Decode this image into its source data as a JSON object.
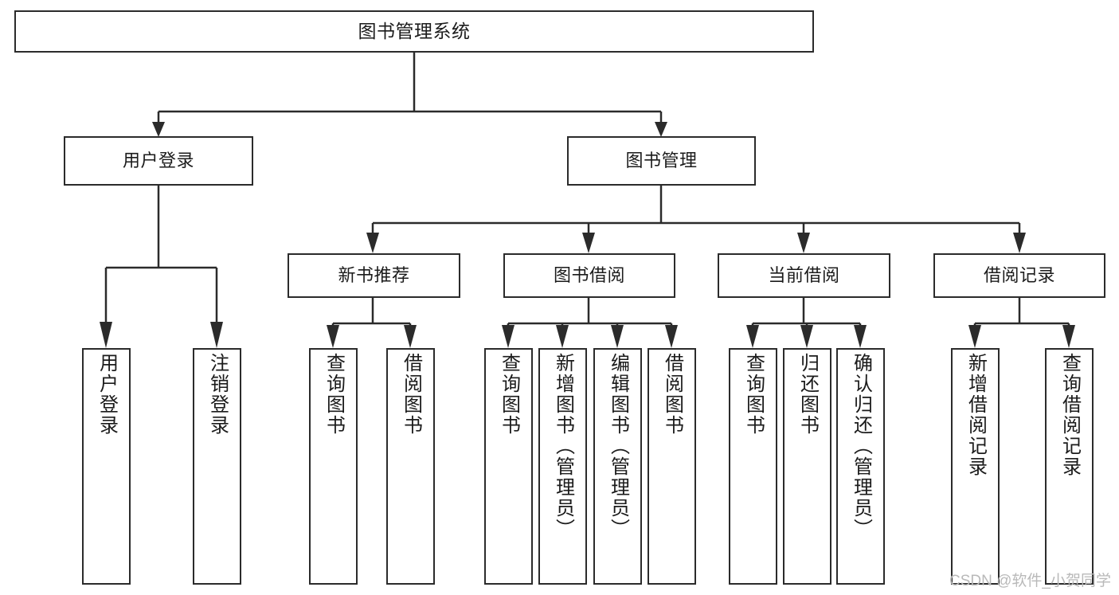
{
  "diagram": {
    "type": "tree",
    "title": "图书管理系统",
    "orientation": "top-down",
    "colors": {
      "box_border": "#2b2b2b",
      "box_fill": "#ffffff",
      "connector": "#2b2b2b",
      "text": "#1b1b1b",
      "watermark": "#b9b9b9",
      "background": "#ffffff"
    },
    "root": {
      "label": "图书管理系统"
    },
    "level2": [
      {
        "label": "用户登录"
      },
      {
        "label": "图书管理"
      }
    ],
    "level3": [
      {
        "label": "新书推荐"
      },
      {
        "label": "图书借阅"
      },
      {
        "label": "当前借阅"
      },
      {
        "label": "借阅记录"
      }
    ],
    "leaves": {
      "user_login": [
        {
          "label": "用户登录"
        },
        {
          "label": "注销登录"
        }
      ],
      "new_book_recommend": [
        {
          "label": "查询图书"
        },
        {
          "label": "借阅图书"
        }
      ],
      "book_borrow": [
        {
          "label": "查询图书"
        },
        {
          "label": "新增图书（管理员）"
        },
        {
          "label": "编辑图书（管理员）"
        },
        {
          "label": "借阅图书"
        }
      ],
      "current_borrow": [
        {
          "label": "查询图书"
        },
        {
          "label": "归还图书"
        },
        {
          "label": "确认归还（管理员）"
        }
      ],
      "borrow_record": [
        {
          "label": "新增借阅记录"
        },
        {
          "label": "查询借阅记录"
        }
      ]
    }
  },
  "watermark": {
    "text": "CSDN @软件_小贺同学"
  }
}
